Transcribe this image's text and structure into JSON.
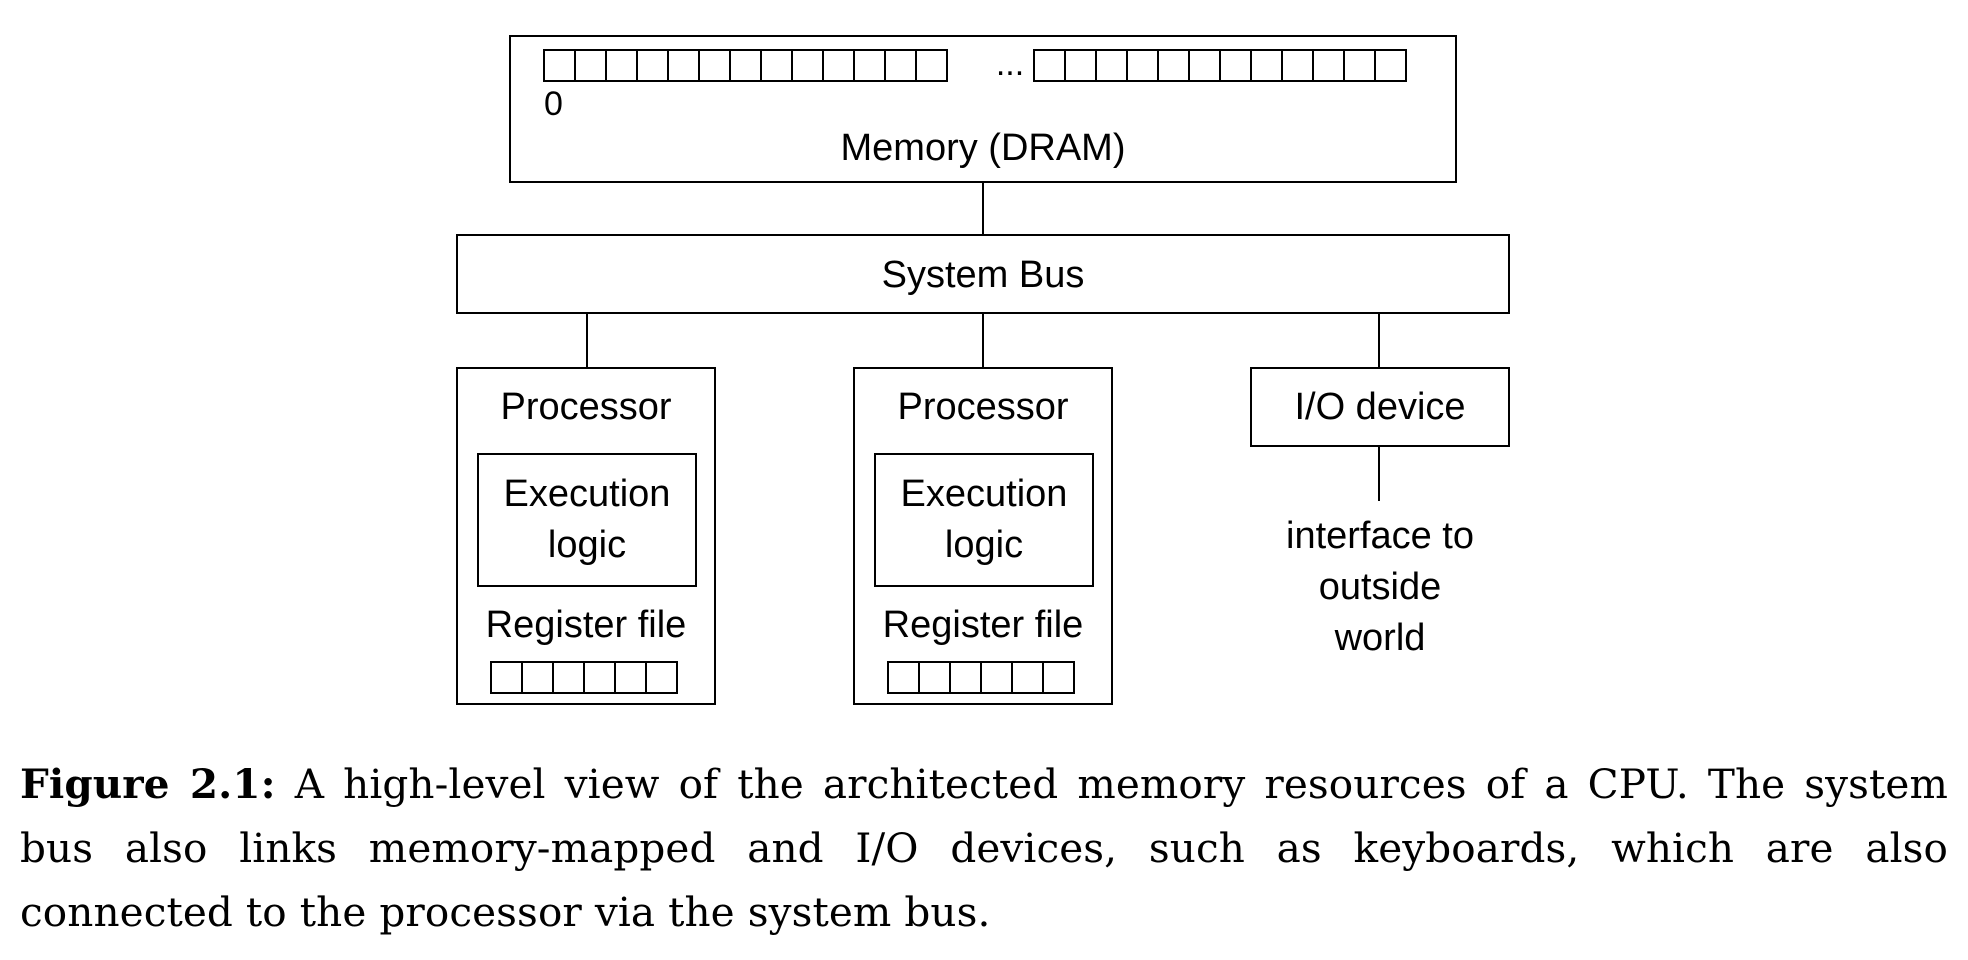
{
  "memory": {
    "title": "Memory (DRAM)",
    "start_index": "0",
    "ellipsis": "...",
    "left_cells": 13,
    "right_cells": 12
  },
  "bus": {
    "title": "System Bus"
  },
  "processors": [
    {
      "title": "Processor",
      "exec_line1": "Execution",
      "exec_line2": "logic",
      "regfile": "Register file",
      "reg_cells": 6
    },
    {
      "title": "Processor",
      "exec_line1": "Execution",
      "exec_line2": "logic",
      "regfile": "Register file",
      "reg_cells": 6
    }
  ],
  "io": {
    "title": "I/O device",
    "interface_line1": "interface to",
    "interface_line2": "outside",
    "interface_line3": "world"
  },
  "caption": {
    "label": "Figure 2.1:",
    "text": "A high-level view of the architected memory resources of a CPU. The system bus also links memory-mapped and I/O devices, such as keyboards, which are also connected to the processor via the system bus."
  }
}
